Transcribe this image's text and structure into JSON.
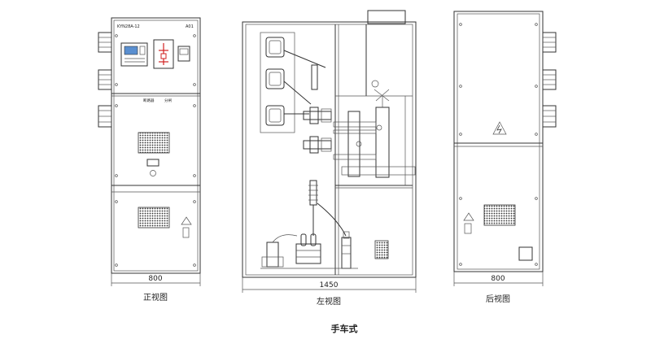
{
  "drawing": {
    "caption": "手车式",
    "front": {
      "label": "正视图",
      "width_dim": "800",
      "nameplate_left": "KYN28A-12",
      "nameplate_right": "A01",
      "mid_text_left": "断路器",
      "mid_text_right": "分闸"
    },
    "side": {
      "label": "左视图",
      "width_dim": "1450"
    },
    "rear": {
      "label": "后视图",
      "width_dim": "800"
    }
  },
  "colors": {
    "line": "#333333",
    "accent_red": "#d22020",
    "screen_blue": "#5a8fd0"
  }
}
